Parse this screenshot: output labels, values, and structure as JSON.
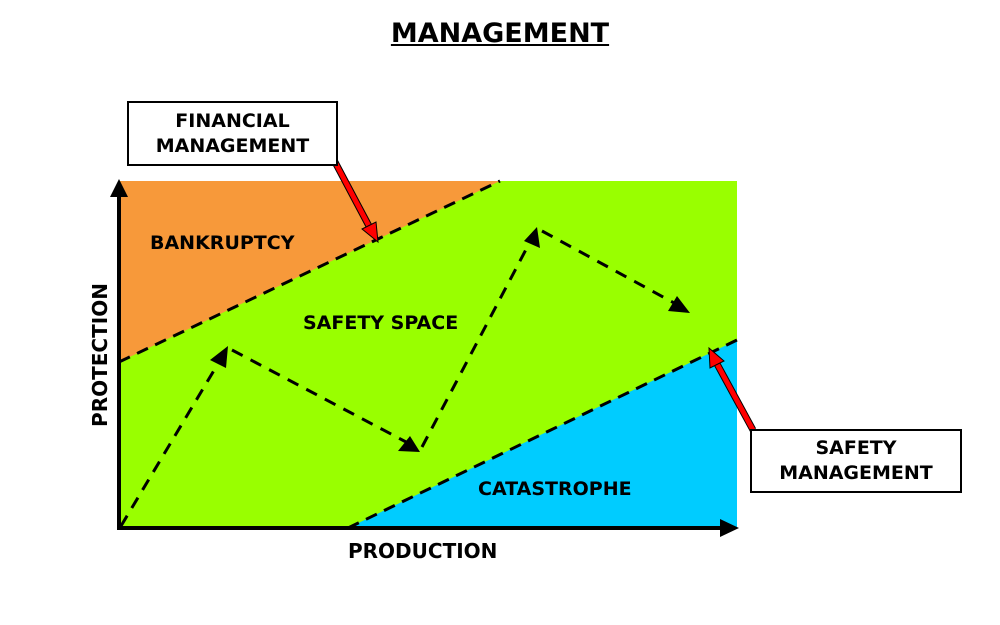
{
  "title": "MANAGEMENT",
  "axes": {
    "x": "PRODUCTION",
    "y": "PROTECTION"
  },
  "regions": {
    "top": "BANKRUPTCY",
    "middle": "SAFETY SPACE",
    "bottom": "CATASTROPHE"
  },
  "callouts": {
    "financial": [
      "FINANCIAL",
      "MANAGEMENT"
    ],
    "safety": [
      "SAFETY",
      "MANAGEMENT"
    ]
  },
  "colors": {
    "bankruptcy": "#f7993a",
    "safety": "#99ff00",
    "catastrophe": "#00ccff",
    "pointer": "#ff0000"
  }
}
